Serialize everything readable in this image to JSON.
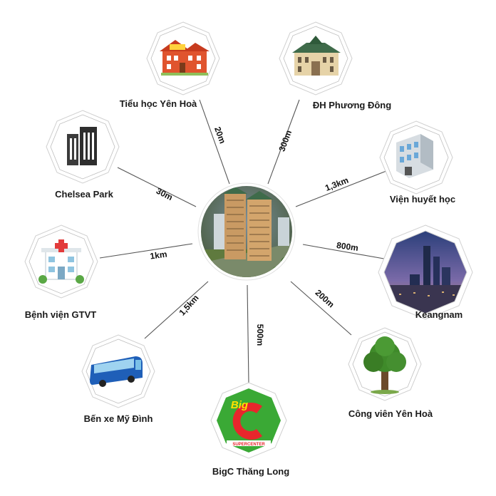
{
  "center": {
    "icon": "apartment-tower-icon"
  },
  "nodes": [
    {
      "id": "tieu-hoc",
      "label": "Tiểu học Yên Hoà",
      "distance": "20m",
      "icon": "school-icon"
    },
    {
      "id": "dh-phuong-dong",
      "label": "ĐH Phương Đông",
      "distance": "300m",
      "icon": "university-icon"
    },
    {
      "id": "vien-huyet-hoc",
      "label": "Viện huyết học",
      "distance": "1,3km",
      "icon": "hospital-building-icon"
    },
    {
      "id": "keangnam",
      "label": "Keangnam",
      "distance": "800m",
      "icon": "city-skyline-icon"
    },
    {
      "id": "cong-vien",
      "label": "Công viên Yên Hoà",
      "distance": "200m",
      "icon": "tree-icon"
    },
    {
      "id": "bigc",
      "label": "BigC Thăng Long",
      "distance": "500m",
      "icon": "bigc-logo-icon",
      "logo_text": "Big C SUPERCENTER"
    },
    {
      "id": "ben-xe",
      "label": "Bến xe Mỹ Đình",
      "distance": "1,5km",
      "icon": "bus-icon"
    },
    {
      "id": "benh-vien",
      "label": "Bệnh viện GTVT",
      "distance": "1km",
      "icon": "hospital-icon"
    },
    {
      "id": "chelsea",
      "label": "Chelsea Park",
      "distance": "30m",
      "icon": "office-building-icon"
    }
  ],
  "colors": {
    "connector": "#555555",
    "bigc_green": "#3aa935",
    "bigc_red": "#e8262c",
    "bigc_yellow": "#ffe100"
  }
}
